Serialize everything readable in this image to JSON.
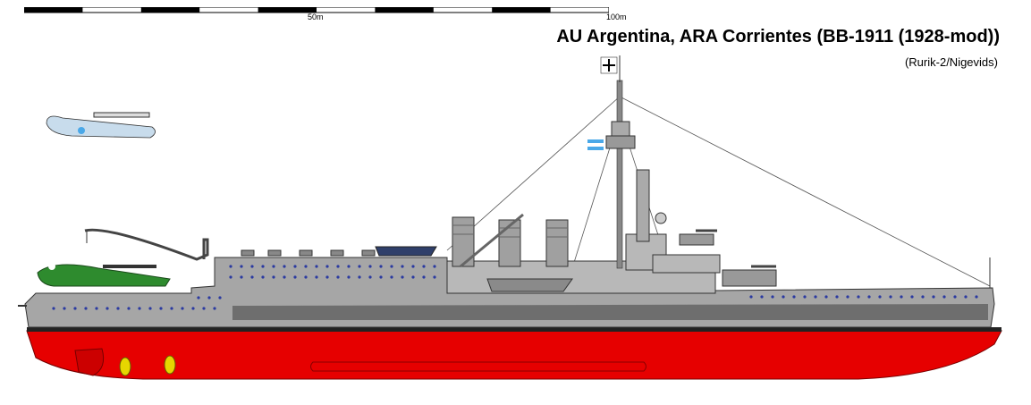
{
  "scale": {
    "label_mid": "50m",
    "label_end": "100m"
  },
  "title": "AU Argentina, ARA Corrientes (BB-1911 (1928-mod))",
  "subtitle": "(Rurik-2/Nigevids)",
  "colors": {
    "hull_red": "#e60000",
    "hull_grey": "#a6a6a6",
    "deck_grey": "#b8b8b8",
    "dark_grey": "#6e6e6e",
    "porthole_blue": "#2b3aa0",
    "propeller_yellow": "#e6d600",
    "seaplane_green": "#2e8b2e",
    "flying_boat_blue": "#c8dcec",
    "flag_blue": "#4aa8e8"
  }
}
